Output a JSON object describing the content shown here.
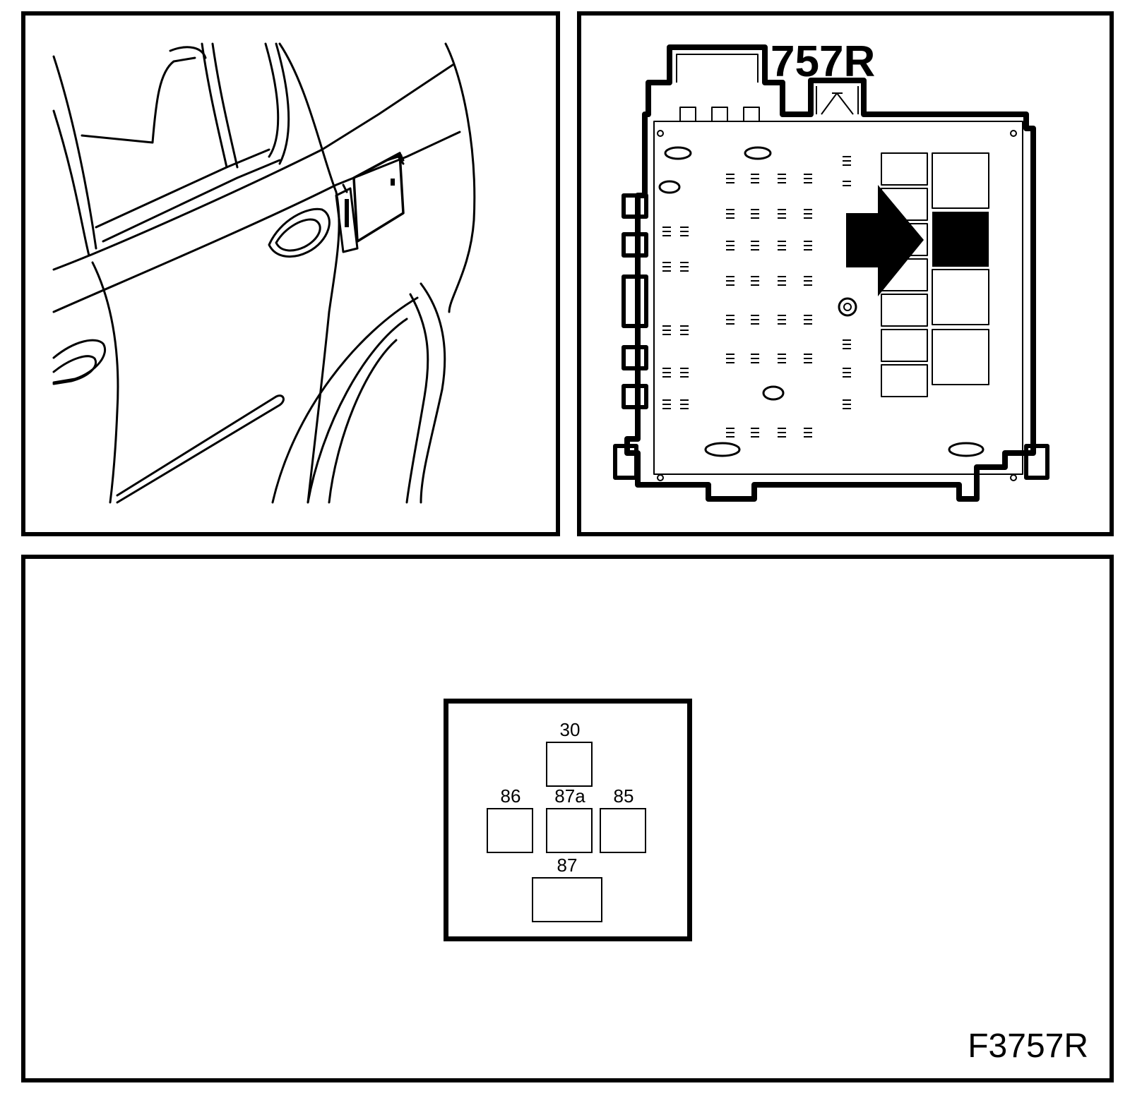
{
  "fusebox": {
    "relay_label": "757R"
  },
  "relay": {
    "terminals": {
      "t30": "30",
      "t86": "86",
      "t87a": "87a",
      "t85": "85",
      "t87": "87"
    }
  },
  "figure": {
    "code": "F3757R"
  },
  "colors": {
    "line": "#000000",
    "background": "#ffffff"
  }
}
